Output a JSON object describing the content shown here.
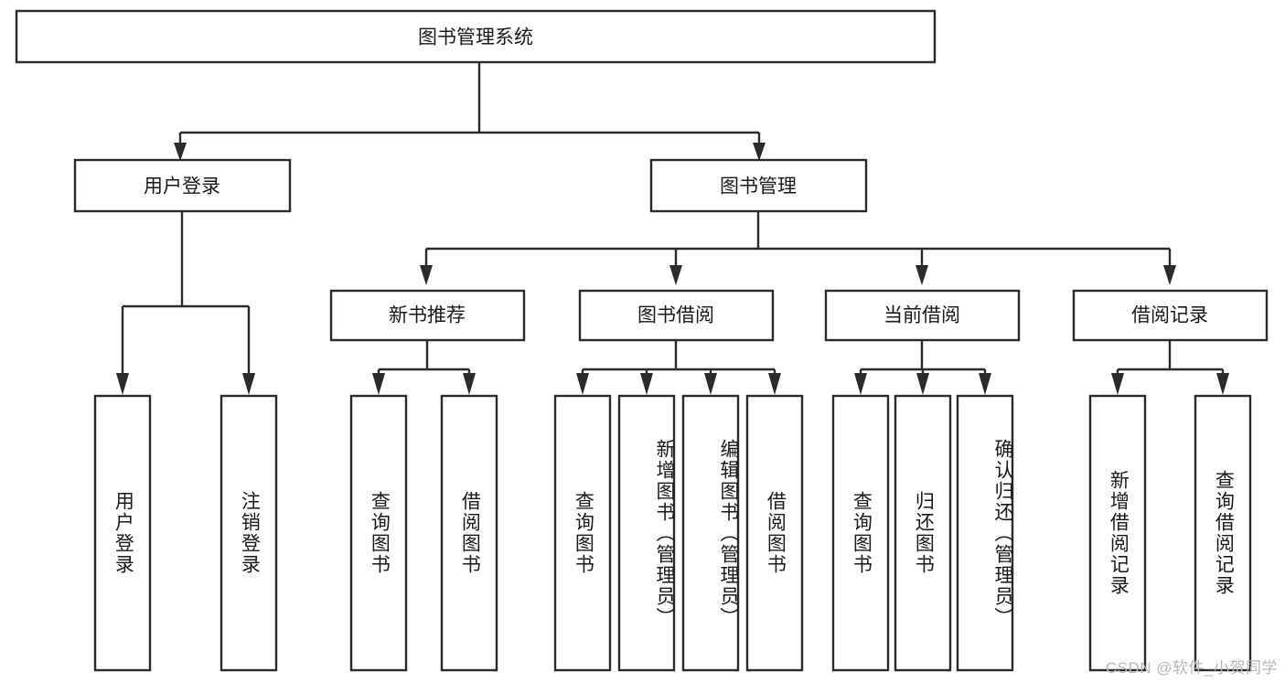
{
  "diagram": {
    "title": "图书管理系统",
    "type": "hierarchy-tree",
    "watermark": "CSDN @软件_小贺同学",
    "accent_color": "#2b2b2b",
    "background_color": "#ffffff",
    "levels": {
      "root": {
        "label": "图书管理系统"
      },
      "level2": [
        {
          "label": "用户登录"
        },
        {
          "label": "图书管理"
        }
      ],
      "level3": [
        {
          "label": "新书推荐"
        },
        {
          "label": "图书借阅"
        },
        {
          "label": "当前借阅"
        },
        {
          "label": "借阅记录"
        }
      ],
      "leaves": {
        "user_login": [
          {
            "label": "用户登录"
          },
          {
            "label": "注销登录"
          }
        ],
        "new_book_recommend": [
          {
            "label": "查询图书"
          },
          {
            "label": "借阅图书"
          }
        ],
        "book_borrow": [
          {
            "label": "查询图书"
          },
          {
            "label": "新增图书（管理员）"
          },
          {
            "label": "编辑图书（管理员）"
          },
          {
            "label": "借阅图书"
          }
        ],
        "current_borrow": [
          {
            "label": "查询图书"
          },
          {
            "label": "归还图书"
          },
          {
            "label": "确认归还（管理员）"
          }
        ],
        "borrow_records": [
          {
            "label": "新增借阅记录"
          },
          {
            "label": "查询借阅记录"
          }
        ]
      }
    }
  }
}
